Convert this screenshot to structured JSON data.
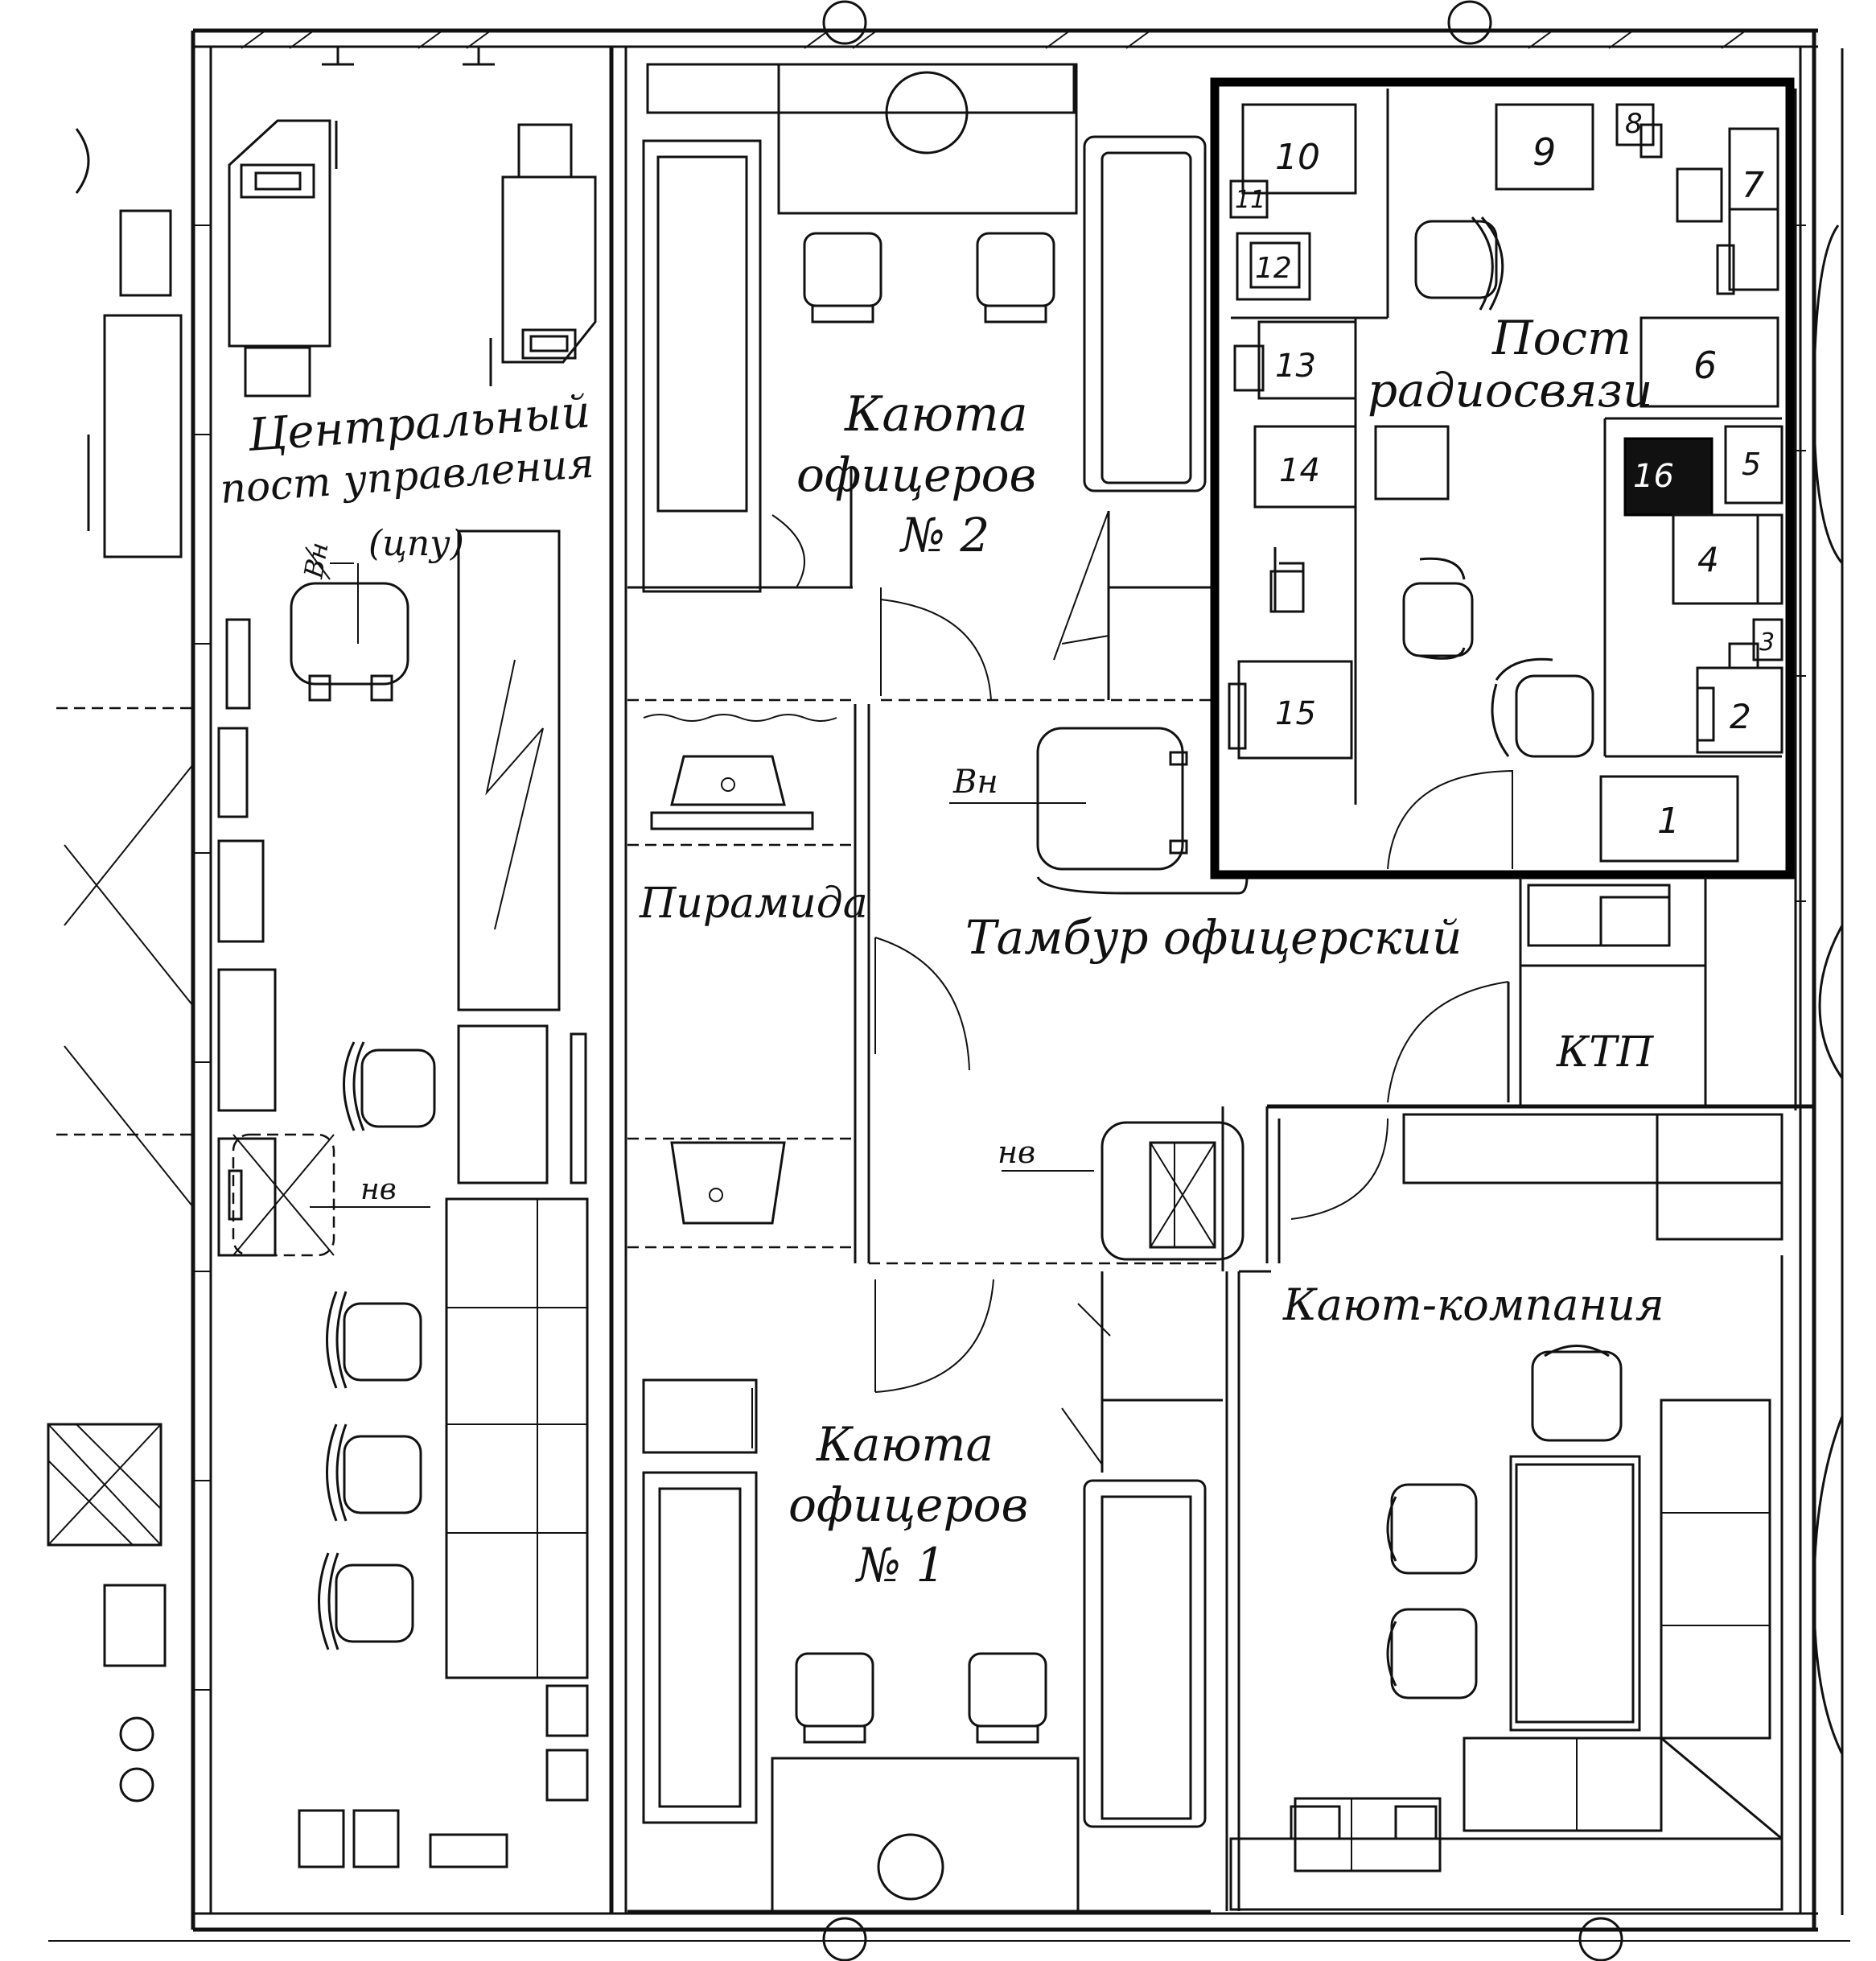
{
  "rooms": {
    "cpu": {
      "line1": "Центральный",
      "line2": "пост управления",
      "line3": "(цпу)"
    },
    "cabin2": {
      "line1": "Каюта",
      "line2": "офицеров",
      "line3": "№ 2"
    },
    "cabin1": {
      "line1": "Каюта",
      "line2": "офицеров",
      "line3": "№ 1"
    },
    "radio": {
      "line1": "Пост",
      "line2": "радиосвязи"
    },
    "pyramid": "Пирамида",
    "vestibule": "Тамбур офицерский",
    "ktp": "КТП",
    "mess": "Кают-компания"
  },
  "marks": {
    "vn_cpu": "Вн",
    "vn_vestibule": "Вн",
    "nv_cpu": "нв",
    "nv_stair": "нв"
  },
  "equipment": [
    "1",
    "2",
    "3",
    "4",
    "5",
    "6",
    "7",
    "8",
    "9",
    "10",
    "11",
    "12",
    "13",
    "14",
    "15",
    "16"
  ]
}
